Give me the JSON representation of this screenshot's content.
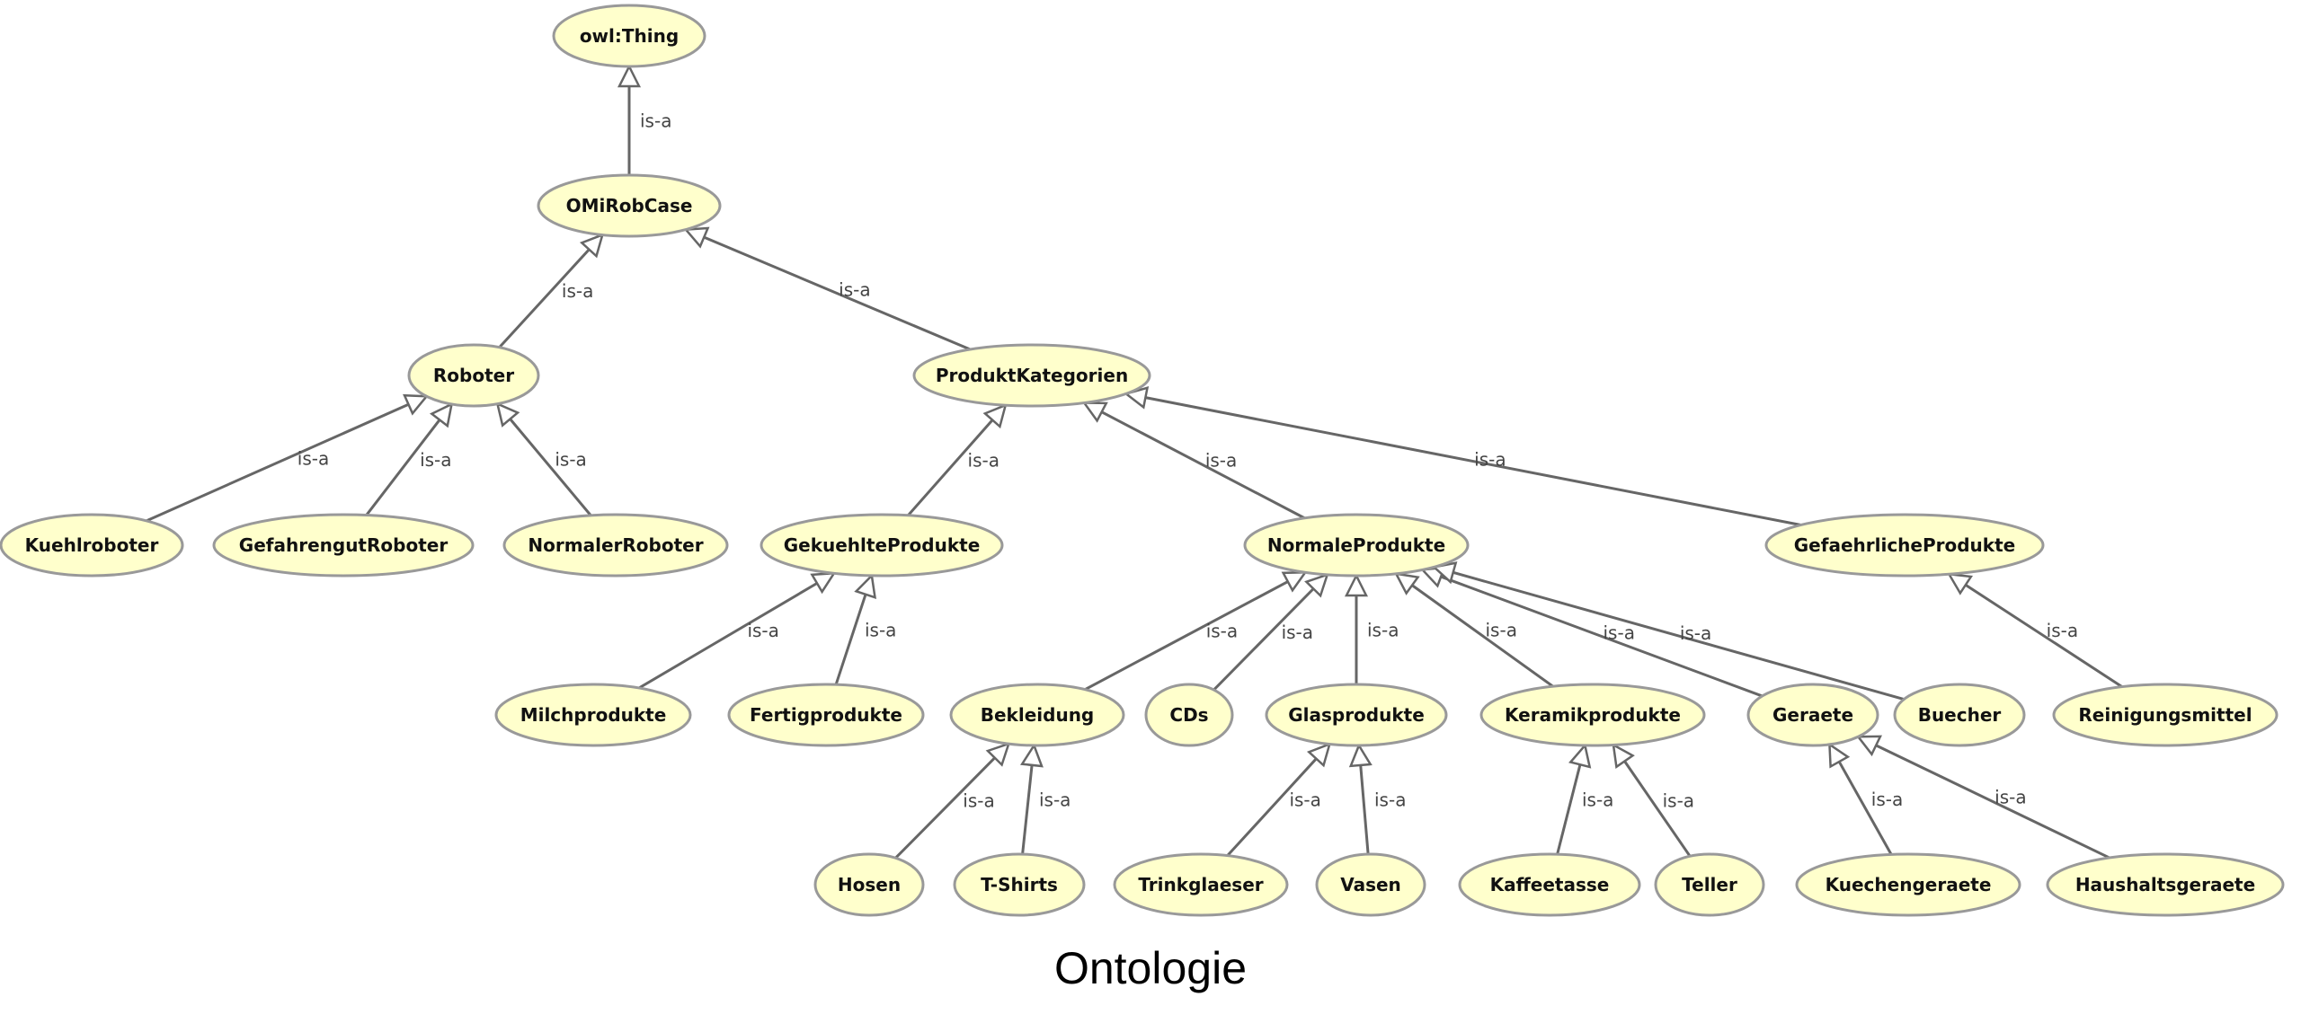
{
  "caption": "Ontologie",
  "nodes": {
    "owl_thing": "owl:Thing",
    "omirobcase": "OMiRobCase",
    "roboter": "Roboter",
    "produktkategorien": "ProduktKategorien",
    "kuehlroboter": "Kuehlroboter",
    "gefahrgutroboter": "GefahrengutRoboter",
    "normalerroboter": "NormalerRoboter",
    "gekuehlteprodukte": "GekuehlteProdukte",
    "normaleprodukte": "NormaleProdukte",
    "gefaehrlicheprodukte": "GefaehrlicheProdukte",
    "milchprodukte": "Milchprodukte",
    "fertigprodukte": "Fertigprodukte",
    "bekleidung": "Bekleidung",
    "cds": "CDs",
    "glasprodukte": "Glasprodukte",
    "keramikprodukte": "Keramikprodukte",
    "geraete": "Geraete",
    "buecher": "Buecher",
    "reinigungsmittel": "Reinigungsmittel",
    "hosen": "Hosen",
    "tshirts": "T-Shirts",
    "trinkglaeser": "Trinkglaeser",
    "vasen": "Vasen",
    "kaffeetasse": "Kaffeetasse",
    "teller": "Teller",
    "kuechengeraete": "Kuechengeraete",
    "haushaltsgeraete": "Haushaltsgeraete"
  },
  "edges": [
    {
      "from": "omirobcase",
      "to": "owl_thing",
      "label": "is-a"
    },
    {
      "from": "roboter",
      "to": "omirobcase",
      "label": "is-a"
    },
    {
      "from": "produktkategorien",
      "to": "omirobcase",
      "label": "is-a"
    },
    {
      "from": "kuehlroboter",
      "to": "roboter",
      "label": "is-a"
    },
    {
      "from": "gefahrgutroboter",
      "to": "roboter",
      "label": "is-a"
    },
    {
      "from": "normalerroboter",
      "to": "roboter",
      "label": "is-a"
    },
    {
      "from": "gekuehlteprodukte",
      "to": "produktkategorien",
      "label": "is-a"
    },
    {
      "from": "normaleprodukte",
      "to": "produktkategorien",
      "label": "is-a"
    },
    {
      "from": "gefaehrlicheprodukte",
      "to": "produktkategorien",
      "label": "is-a"
    },
    {
      "from": "milchprodukte",
      "to": "gekuehlteprodukte",
      "label": "is-a"
    },
    {
      "from": "fertigprodukte",
      "to": "gekuehlteprodukte",
      "label": "is-a"
    },
    {
      "from": "bekleidung",
      "to": "normaleprodukte",
      "label": "is-a"
    },
    {
      "from": "cds",
      "to": "normaleprodukte",
      "label": "is-a"
    },
    {
      "from": "glasprodukte",
      "to": "normaleprodukte",
      "label": "is-a"
    },
    {
      "from": "keramikprodukte",
      "to": "normaleprodukte",
      "label": "is-a"
    },
    {
      "from": "geraete",
      "to": "normaleprodukte",
      "label": "is-a"
    },
    {
      "from": "buecher",
      "to": "normaleprodukte",
      "label": "is-a"
    },
    {
      "from": "reinigungsmittel",
      "to": "gefaehrlicheprodukte",
      "label": "is-a"
    },
    {
      "from": "hosen",
      "to": "bekleidung",
      "label": "is-a"
    },
    {
      "from": "tshirts",
      "to": "bekleidung",
      "label": "is-a"
    },
    {
      "from": "trinkglaeser",
      "to": "glasprodukte",
      "label": "is-a"
    },
    {
      "from": "vasen",
      "to": "glasprodukte",
      "label": "is-a"
    },
    {
      "from": "kaffeetasse",
      "to": "keramikprodukte",
      "label": "is-a"
    },
    {
      "from": "teller",
      "to": "keramikprodukte",
      "label": "is-a"
    },
    {
      "from": "kuechengeraete",
      "to": "geraete",
      "label": "is-a"
    },
    {
      "from": "haushaltsgeraete",
      "to": "geraete",
      "label": "is-a"
    }
  ]
}
